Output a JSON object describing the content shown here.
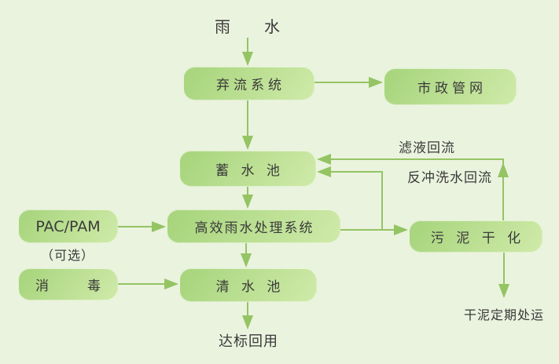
{
  "colors": {
    "background": "#eaf3de",
    "box_gradient_start": "#a6d47b",
    "box_gradient_end": "#cfeaa9",
    "arrow": "#94c463",
    "text": "#3a3a3a"
  },
  "nodes": {
    "rain": {
      "label": "雨　　水"
    },
    "discard": {
      "label": "弃流系统"
    },
    "municipal": {
      "label": "市政管网"
    },
    "storage": {
      "label": "蓄 水 池"
    },
    "treatment": {
      "label": "高效雨水处理系统"
    },
    "pacpam": {
      "label": "PAC/PAM"
    },
    "optional": {
      "label": "（可选）"
    },
    "disinfect": {
      "label": "消　　毒"
    },
    "clearwater": {
      "label": "清 水 池"
    },
    "sludge": {
      "label": "污 泥 干 化"
    },
    "reuse": {
      "label": "达标回用"
    },
    "drysludge": {
      "label": "干泥定期处运"
    }
  },
  "edge_labels": {
    "filtrate_return": "滤液回流",
    "backwash_return": "反冲洗水回流"
  }
}
